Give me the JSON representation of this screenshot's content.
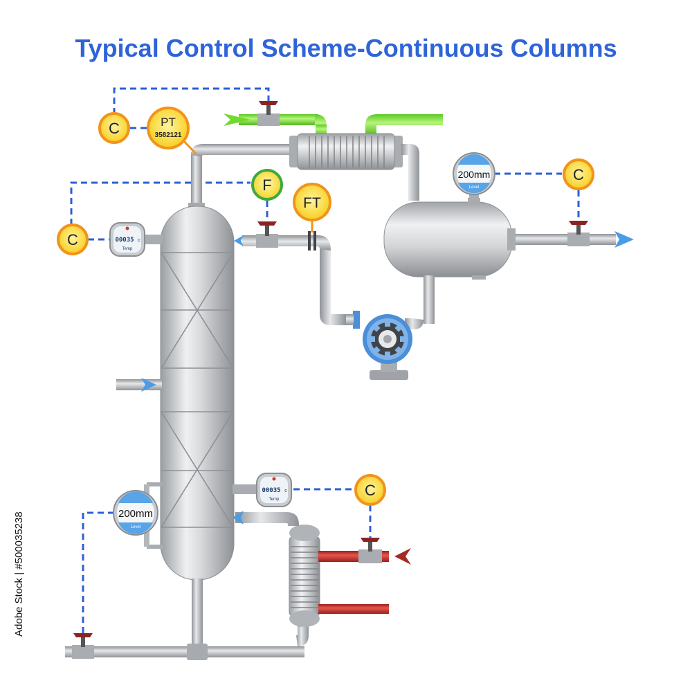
{
  "title": "Typical Control Scheme-Continuous Columns",
  "watermark": {
    "side_text": "Adobe Stock | #500035238"
  },
  "controllers": {
    "pressure_controller": "C",
    "pressure_transmitter_tag": "PT",
    "pressure_transmitter_value": "3582121",
    "flow_controller": "F",
    "flow_transmitter": "FT",
    "reflux_temp_controller": "C",
    "drum_level_controller": "C",
    "reboiler_temp_controller": "C"
  },
  "gauges": {
    "drum_level_value": "200mm",
    "drum_level_label": "Level",
    "column_level_value": "200mm",
    "column_level_label": "Level",
    "top_temp_value": "00035",
    "top_temp_unit": "c",
    "top_temp_label": "Temp",
    "bottom_temp_value": "00035",
    "bottom_temp_unit": "c",
    "bottom_temp_label": "Temp"
  },
  "colors": {
    "title_blue": "#2f64d8",
    "signal_blue": "#2c5fd6",
    "controller_fill": "#fbd93a",
    "controller_ring": "#f2931c",
    "flow_ring": "#3fa93f",
    "coolant_green": "#7be53a",
    "heating_red": "#c8322a",
    "arrow_blue": "#4a9be8",
    "valve_red": "#8a2424",
    "pipe_gray": "#b9bcc0"
  }
}
